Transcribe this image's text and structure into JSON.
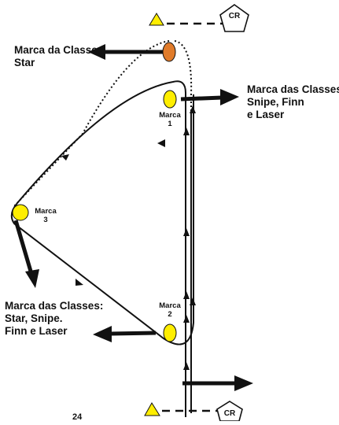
{
  "labels": {
    "star_line1": "Marca da Classe:",
    "star_line2": "Star",
    "snipe_line1": "Marca das Classes:",
    "snipe_line2": "Snipe, Finn",
    "snipe_line3": "e Laser",
    "all_line1": "Marca das Classes:",
    "all_line2": "Star, Snipe.",
    "all_line3": "Finn e Laser",
    "mark1_word": "Marca",
    "mark1_num": "1",
    "mark2_word": "Marca",
    "mark2_num": "2",
    "mark3_word": "Marca",
    "mark3_num": "3",
    "cr_top": "CR",
    "cr_bottom": "CR",
    "bottom_fragment": "24"
  },
  "colors": {
    "buoy_yellow": "#ffee00",
    "star_buoy_orange": "#e07b2a",
    "line": "#111111",
    "start_marker": "#ffee00"
  }
}
